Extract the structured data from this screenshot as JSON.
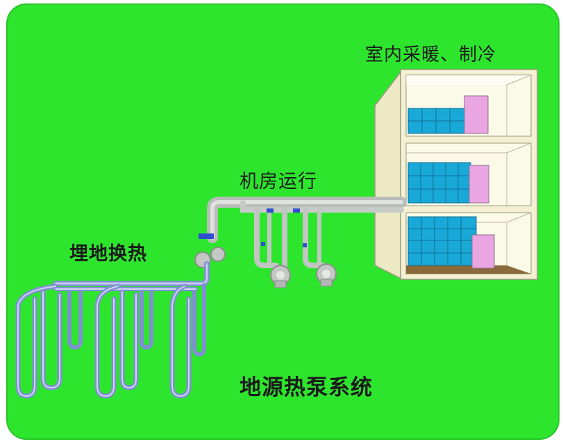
{
  "colors": {
    "background": "#2ee52e",
    "building_wall": "#f4f1d2",
    "room_back": "#fbfae9",
    "water_tank": "#19a9d8",
    "cabinet": "#eaa6e3",
    "pipe": "#c9ccc9",
    "buried_pipe": "#8796d8"
  },
  "labels": {
    "building": "室内采暖、制冷",
    "machine_room": "机房运行",
    "ground_exchange": "埋地换热",
    "system_title": "地源热泵系统"
  }
}
